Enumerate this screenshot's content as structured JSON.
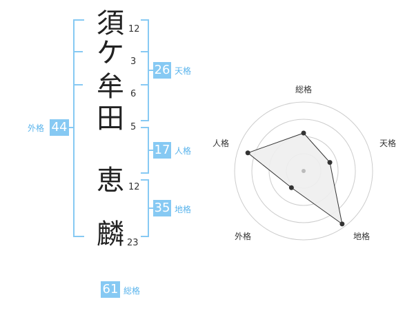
{
  "name_characters": [
    {
      "char": "須",
      "strokes": "12"
    },
    {
      "char": "ケ",
      "strokes": "3"
    },
    {
      "char": "牟",
      "strokes": "6"
    },
    {
      "char": "田",
      "strokes": "5"
    },
    {
      "char": "恵",
      "strokes": "12"
    },
    {
      "char": "麟",
      "strokes": "23"
    }
  ],
  "kakusu": {
    "tenkaku": {
      "value": "26",
      "label": "天格"
    },
    "jinkaku": {
      "value": "17",
      "label": "人格"
    },
    "chikaku": {
      "value": "35",
      "label": "地格"
    },
    "gaikaku": {
      "value": "44",
      "label": "外格"
    },
    "soukaku": {
      "value": "61",
      "label": "総格"
    }
  },
  "colors": {
    "accent": "#86c9f3",
    "accent_text": "#5ab4ec",
    "grid": "#cccccc",
    "fill": "#eeeeee"
  },
  "radar": {
    "axes": [
      {
        "label": "総格",
        "value": 0.55
      },
      {
        "label": "天格",
        "value": 0.4
      },
      {
        "label": "地格",
        "value": 0.95
      },
      {
        "label": "外格",
        "value": 0.3
      },
      {
        "label": "人格",
        "value": 0.85
      }
    ],
    "rings": 4
  }
}
